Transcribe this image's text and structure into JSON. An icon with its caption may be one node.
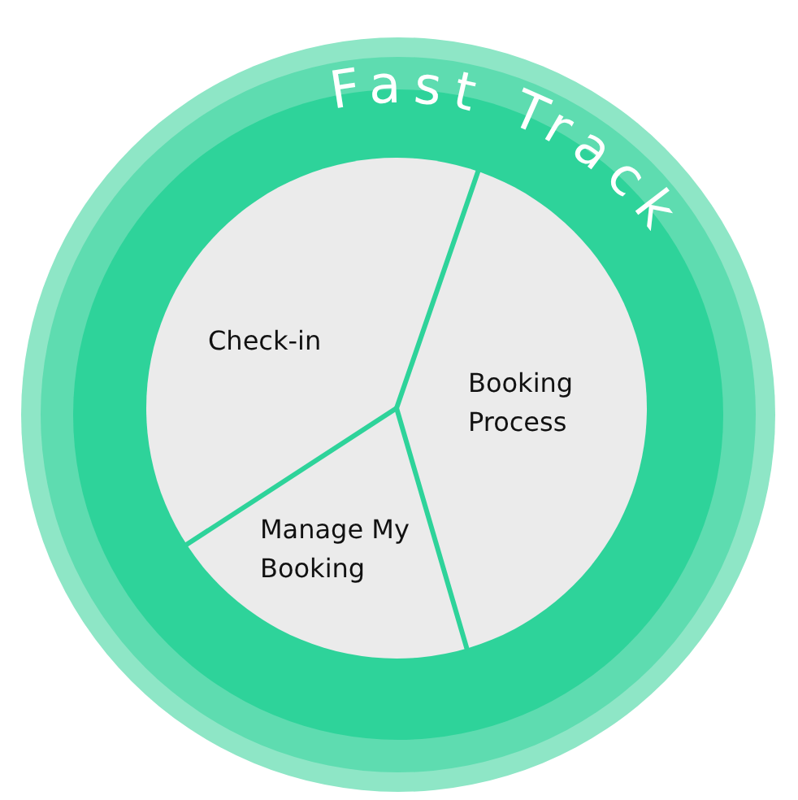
{
  "diagram": {
    "nodes": [
      {
        "text": [
          "Fast Track"
        ]
      },
      {
        "text": [
          "Check-in"
        ],
        "in": 0
      },
      {
        "text": [
          "Booking Process"
        ],
        "in": 0
      },
      {
        "text": [
          "Manage My Booking"
        ],
        "in": 0
      }
    ]
  }
}
